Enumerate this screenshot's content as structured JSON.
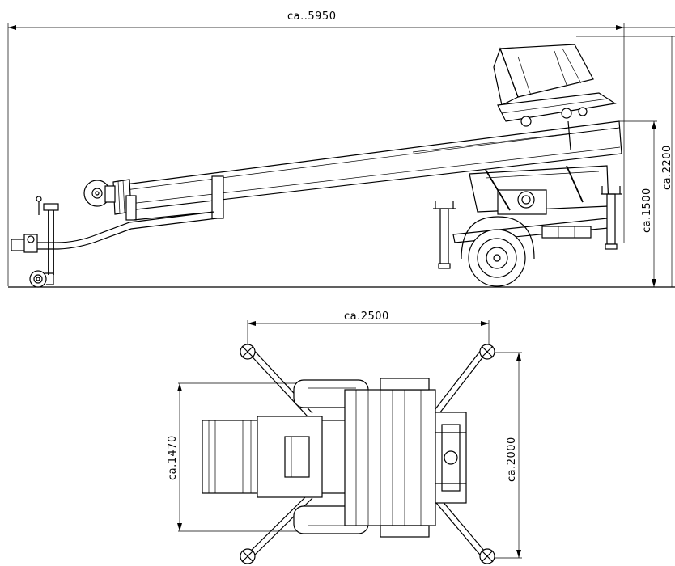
{
  "side_view": {
    "dim_total_length": "ca..5950",
    "dim_total_height": "ca.2200",
    "dim_height_1500": "ca.1500"
  },
  "top_view": {
    "dim_outrigger_span": "ca.2500",
    "dim_width_1470": "ca.1470",
    "dim_length_2000": "ca.2000"
  }
}
